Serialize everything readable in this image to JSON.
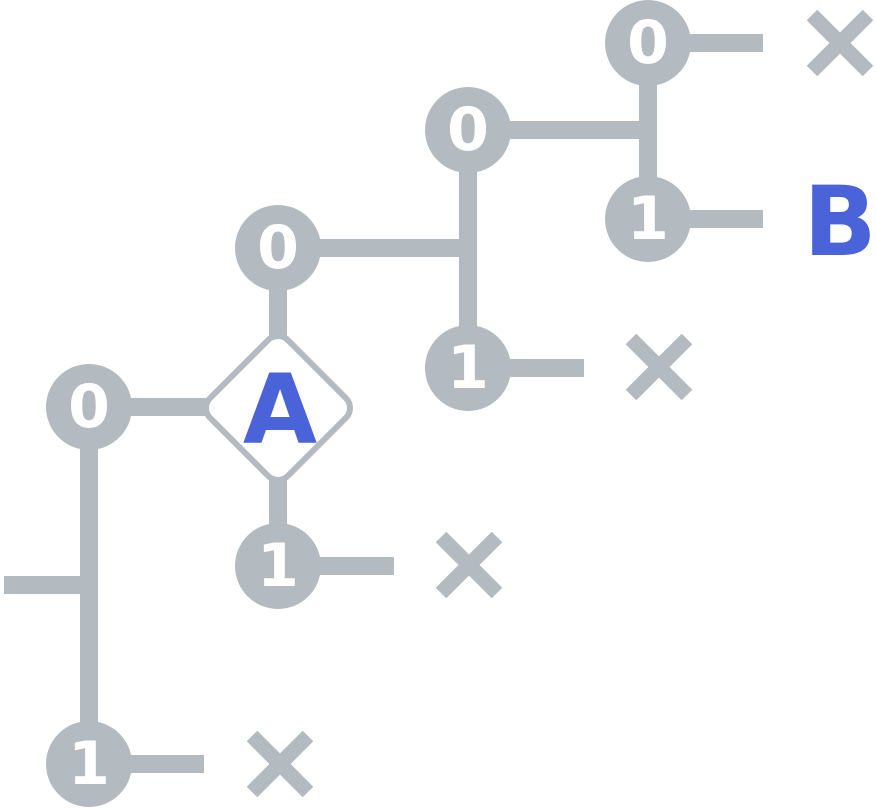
{
  "colors": {
    "gray": "#b3bbc0",
    "accent": "#4a63d8",
    "background": "#ffffff"
  },
  "nodes": [
    {
      "id": "n1",
      "label": "0"
    },
    {
      "id": "n2",
      "label": "1"
    },
    {
      "id": "n3",
      "label": "0"
    },
    {
      "id": "n4",
      "label": "1"
    },
    {
      "id": "n5",
      "label": "0"
    },
    {
      "id": "n6",
      "label": "1"
    },
    {
      "id": "n7",
      "label": "0"
    },
    {
      "id": "n8",
      "label": "1"
    }
  ],
  "diamond": {
    "label": "A"
  },
  "target": {
    "label": "B"
  },
  "terminals": [
    {
      "id": "x1",
      "icon": "cross-icon"
    },
    {
      "id": "x2",
      "icon": "cross-icon"
    },
    {
      "id": "x3",
      "icon": "cross-icon"
    },
    {
      "id": "x4",
      "icon": "cross-icon"
    }
  ]
}
